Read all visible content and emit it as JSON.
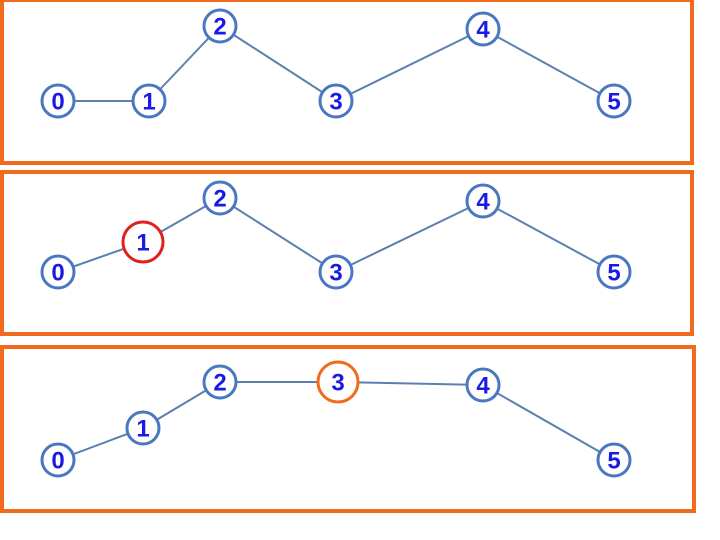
{
  "colors": {
    "frame": "#f26b1d",
    "edge": "#5b7fae",
    "node_stroke_default": "#4a78c0",
    "node_text": "#1a1ae6",
    "highlight_red": "#e02020",
    "highlight_orange": "#f26b1d"
  },
  "panels": [
    {
      "nodes": [
        {
          "label": "0",
          "state": "default"
        },
        {
          "label": "1",
          "state": "default"
        },
        {
          "label": "2",
          "state": "default"
        },
        {
          "label": "3",
          "state": "default"
        },
        {
          "label": "4",
          "state": "default"
        },
        {
          "label": "5",
          "state": "default"
        }
      ],
      "edges": [
        [
          "0",
          "1"
        ],
        [
          "1",
          "2"
        ],
        [
          "2",
          "3"
        ],
        [
          "3",
          "4"
        ],
        [
          "4",
          "5"
        ]
      ]
    },
    {
      "nodes": [
        {
          "label": "0",
          "state": "default"
        },
        {
          "label": "1",
          "state": "highlight_red"
        },
        {
          "label": "2",
          "state": "default"
        },
        {
          "label": "3",
          "state": "default"
        },
        {
          "label": "4",
          "state": "default"
        },
        {
          "label": "5",
          "state": "default"
        }
      ],
      "edges": [
        [
          "0",
          "1"
        ],
        [
          "1",
          "2"
        ],
        [
          "2",
          "3"
        ],
        [
          "3",
          "4"
        ],
        [
          "4",
          "5"
        ]
      ]
    },
    {
      "nodes": [
        {
          "label": "0",
          "state": "default"
        },
        {
          "label": "1",
          "state": "default"
        },
        {
          "label": "2",
          "state": "default"
        },
        {
          "label": "3",
          "state": "highlight_orange"
        },
        {
          "label": "4",
          "state": "default"
        },
        {
          "label": "5",
          "state": "default"
        }
      ],
      "edges": [
        [
          "0",
          "1"
        ],
        [
          "1",
          "2"
        ],
        [
          "2",
          "3"
        ],
        [
          "3",
          "4"
        ],
        [
          "4",
          "5"
        ]
      ]
    }
  ]
}
